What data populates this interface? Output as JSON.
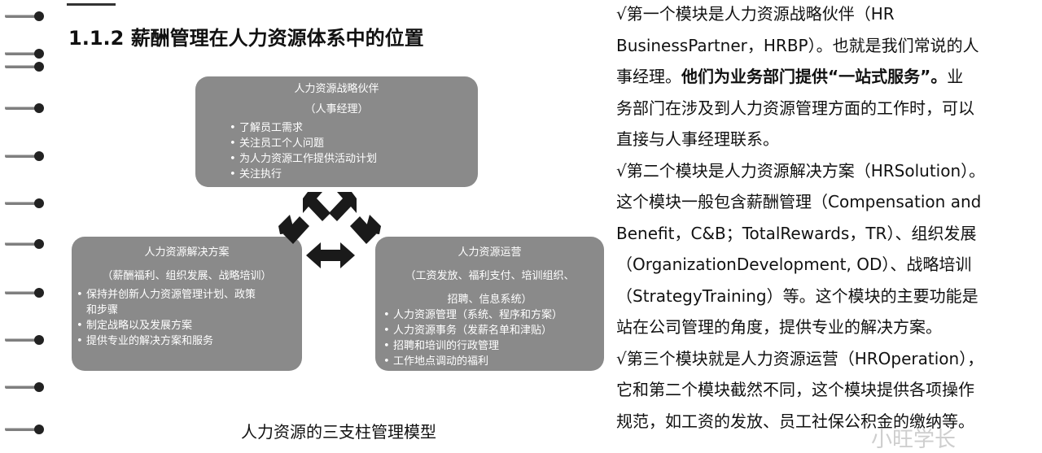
{
  "section": {
    "title": "1.1.2 薪酬管理在人力资源体系中的位置"
  },
  "diagram": {
    "top": {
      "title": "人力资源战略伙伴",
      "subtitle": "（人事经理）",
      "items": [
        "了解员工需求",
        "关注员工个人问题",
        "为人力资源工作提供活动计划",
        "关注执行"
      ]
    },
    "left": {
      "title": "人力资源解决方案",
      "subtitle": "（薪酬福利、组织发展、战略培训）",
      "items": [
        "保持并创新人力资源管理计划、政策",
        "和步骤",
        "制定战略以及发展方案",
        "提供专业的解决方案和服务"
      ]
    },
    "right": {
      "title": "人力资源运营",
      "subtitle": "（工资发放、福利支付、培训组织、",
      "subtitle2": "招聘、信息系统）",
      "items": [
        "人力资源管理（系统、程序和方案）",
        "人力资源事务（发薪名单和津贴）",
        "招聘和培训的行政管理",
        "工作地点调动的福利"
      ]
    },
    "caption": "人力资源的三支柱管理模型"
  },
  "body": {
    "l1": "√第一个模块是人力资源战略伙伴（HR",
    "l2": "BusinessPartner，HRBP）。也就是我们常说的人",
    "l3a": "事经理。",
    "l3b": "他们为业务部门提供“一站式服务”。",
    "l3c": "业",
    "l4": "务部门在涉及到人力资源管理方面的工作时，可以",
    "l5": "直接与人事经理联系。",
    "l6": "√第二个模块是人力资源解决方案（HRSolution）。",
    "l7": "这个模块一般包含薪酬管理（Compensation and",
    "l8": "Benefit，C&B；TotalRewards，TR）、组织发展",
    "l9": "（OrganizationDevelopment, OD）、战略培训",
    "l10": "（StrategyTraining）等。这个模块的主要功能是",
    "l11": "站在公司管理的角度，提供专业的解决方案。",
    "l12": "√第三个模块就是人力资源运营（HROperation），",
    "l13": "它和第二个模块截然不同，这个模块提供各项操作",
    "l14": "规范，如工资的发放、员工社保公积金的缴纳等。"
  },
  "watermark": "小旺学长",
  "colors": {
    "box": "#8a8a8a",
    "arrow": "#1a1a1a",
    "binding_hole": "#222222"
  }
}
